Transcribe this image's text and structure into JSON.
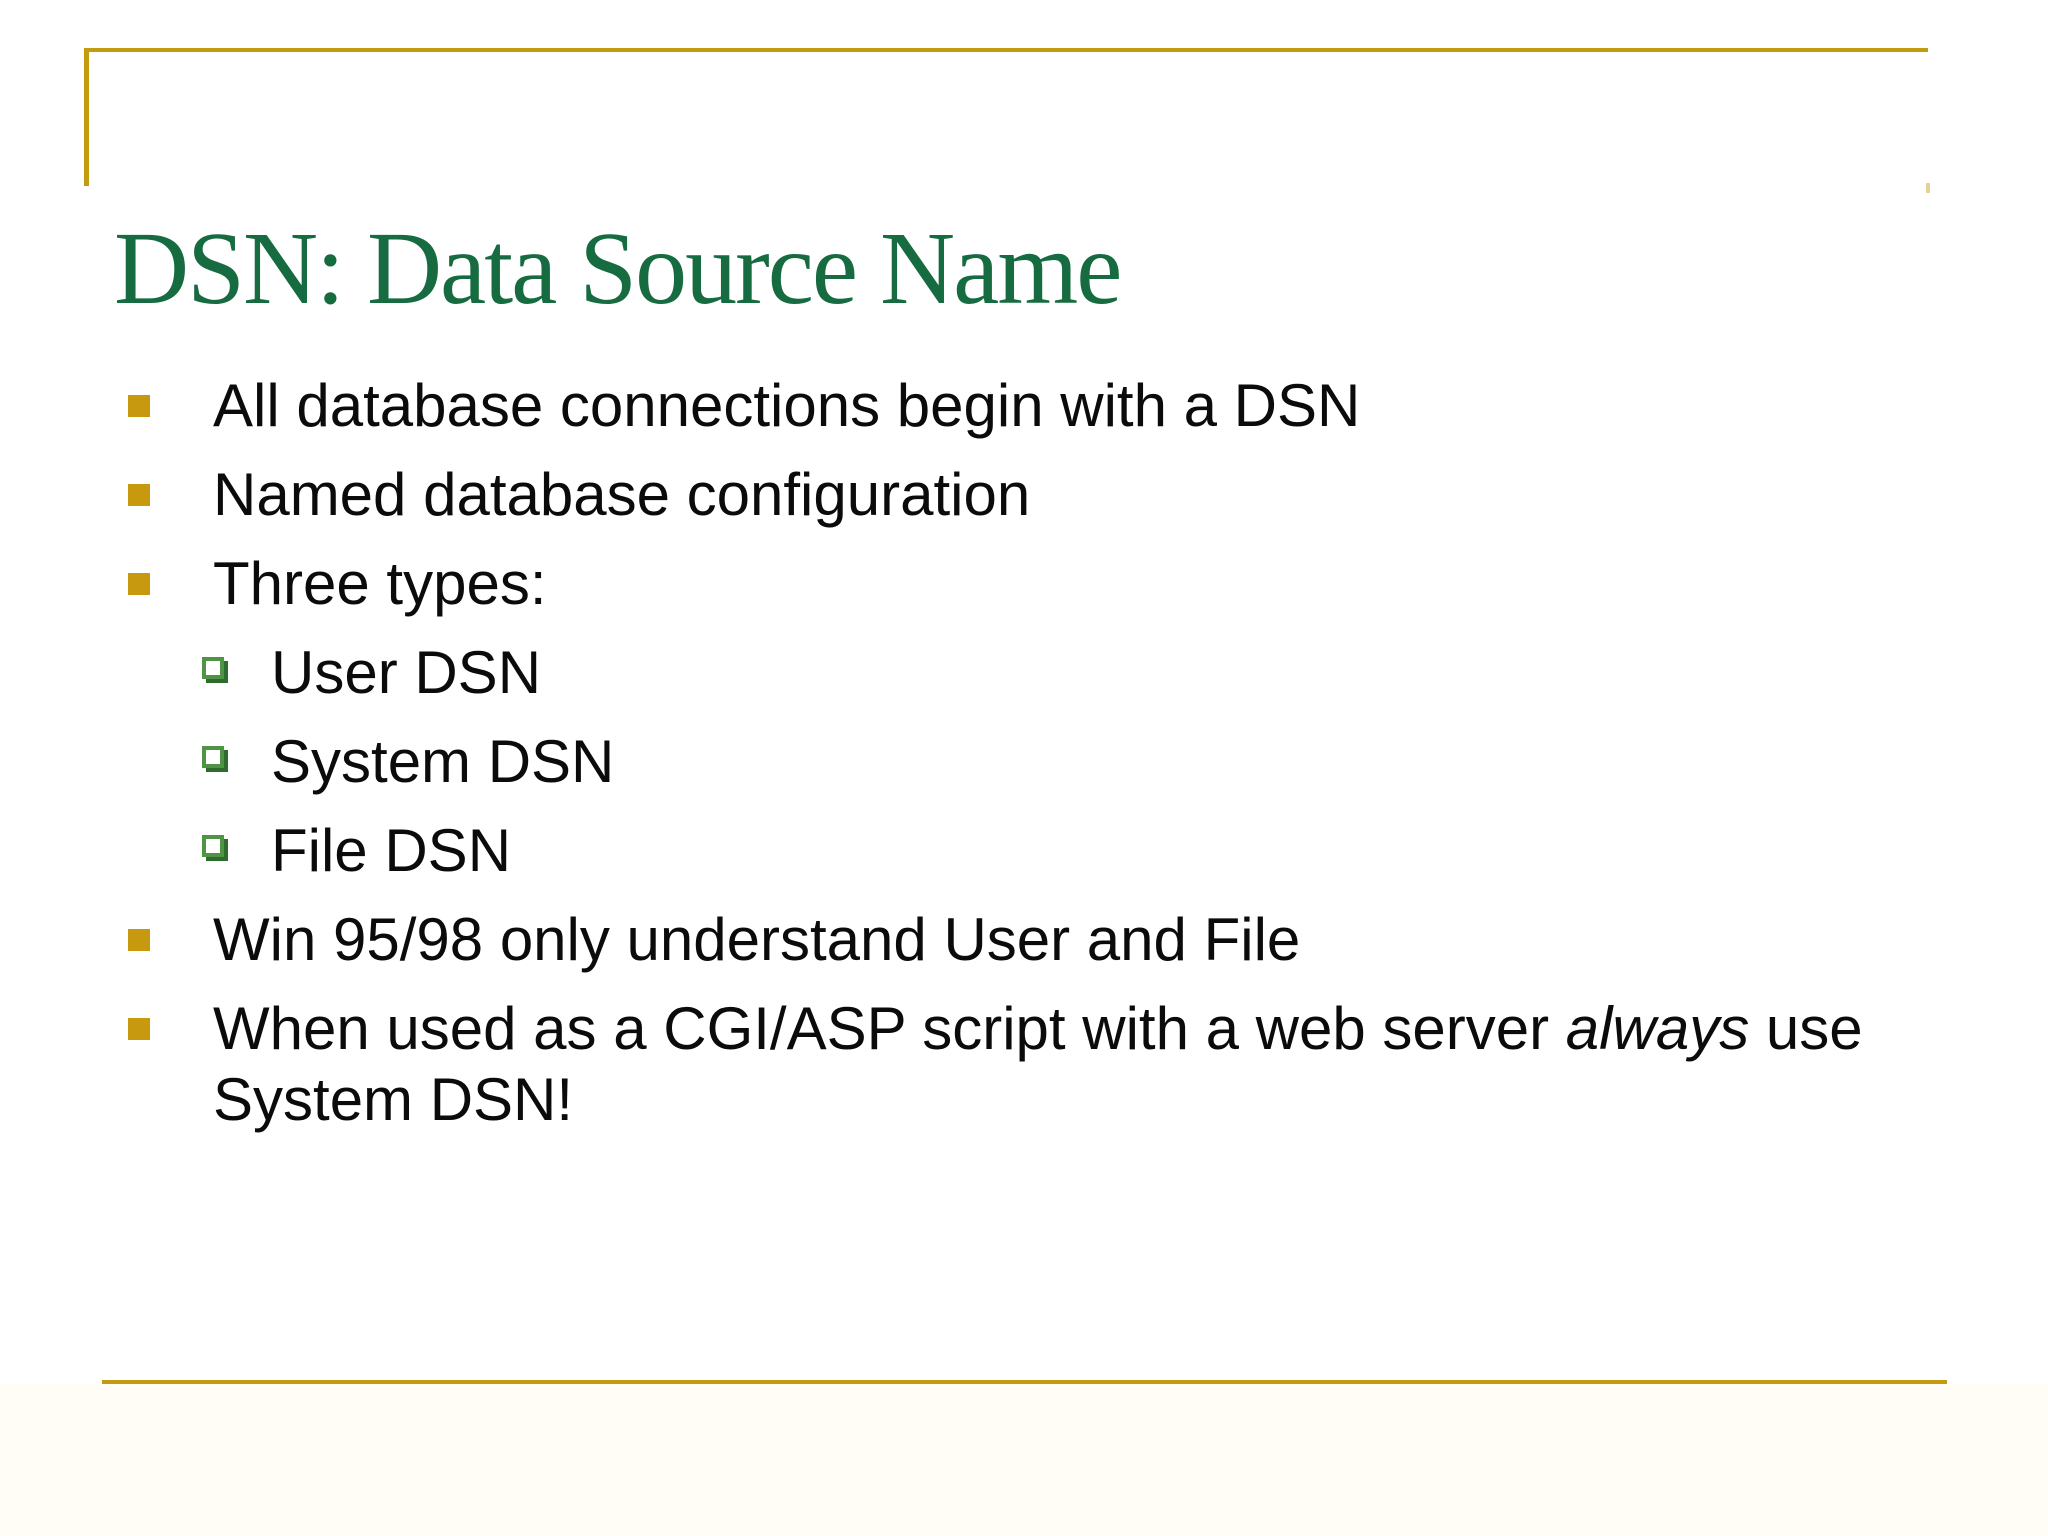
{
  "slide": {
    "title": "DSN: Data Source Name",
    "colors": {
      "title_green": "#176B40",
      "accent_gold_line": "#C29B10",
      "bullet_gold": "#C7990F",
      "sub_bullet_border_green": "#4E9444",
      "sub_bullet_shadow_green": "#2E6B2E",
      "body_text": "#0B0B0B",
      "background": "#FFFFFF"
    },
    "bullets": [
      {
        "level": 1,
        "runs": [
          {
            "t": "All database connections begin with a DSN"
          }
        ]
      },
      {
        "level": 1,
        "runs": [
          {
            "t": "Named database configuration"
          }
        ]
      },
      {
        "level": 1,
        "runs": [
          {
            "t": "Three types:"
          }
        ]
      },
      {
        "level": 2,
        "runs": [
          {
            "t": "User DSN"
          }
        ]
      },
      {
        "level": 2,
        "runs": [
          {
            "t": "System DSN"
          }
        ]
      },
      {
        "level": 2,
        "runs": [
          {
            "t": "File DSN"
          }
        ]
      },
      {
        "level": 1,
        "runs": [
          {
            "t": "Win 95/98 only understand User and File"
          }
        ]
      },
      {
        "level": 1,
        "runs": [
          {
            "t": "When used as a CGI/ASP script with a web server "
          },
          {
            "t": "always",
            "italic": true
          },
          {
            "t": " use"
          },
          {
            "br": true
          },
          {
            "t": "System DSN!"
          }
        ]
      }
    ]
  }
}
